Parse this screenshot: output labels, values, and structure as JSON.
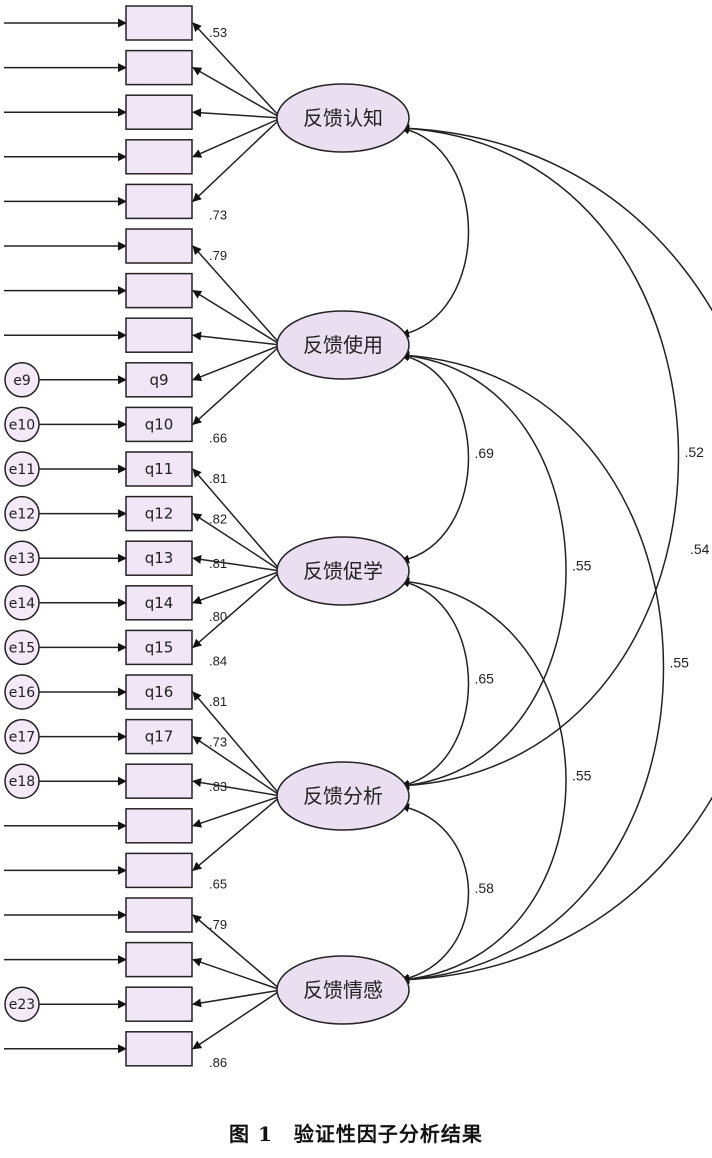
{
  "caption": "图 1　验证性因子分析结果",
  "colors": {
    "factor_fill": "#e9dff0",
    "item_fill": "#f0e6f5",
    "error_fill": "#f3e9f7",
    "stroke": "#222222"
  },
  "factors": [
    {
      "id": "F1",
      "label": "反馈认知"
    },
    {
      "id": "F2",
      "label": "反馈使用"
    },
    {
      "id": "F3",
      "label": "反馈促学"
    },
    {
      "id": "F4",
      "label": "反馈分析"
    },
    {
      "id": "F5",
      "label": "反馈情感"
    }
  ],
  "items": [
    {
      "factor": 0,
      "label": "",
      "error": "",
      "loading": ".53"
    },
    {
      "factor": 0,
      "label": "",
      "error": "",
      "loading": ""
    },
    {
      "factor": 0,
      "label": "",
      "error": "",
      "loading": ""
    },
    {
      "factor": 0,
      "label": "",
      "error": "",
      "loading": ""
    },
    {
      "factor": 0,
      "label": "",
      "error": "",
      "loading": ".73"
    },
    {
      "factor": 1,
      "label": "",
      "error": "",
      "loading": ".79"
    },
    {
      "factor": 1,
      "label": "",
      "error": "",
      "loading": ""
    },
    {
      "factor": 1,
      "label": "",
      "error": "",
      "loading": ""
    },
    {
      "factor": 1,
      "label": "q9",
      "error": "e9",
      "loading": ""
    },
    {
      "factor": 1,
      "label": "q10",
      "error": "e10",
      "loading": ".66"
    },
    {
      "factor": 2,
      "label": "q11",
      "error": "e11",
      "loading": ".81"
    },
    {
      "factor": 2,
      "label": "q12",
      "error": "e12",
      "loading": ".82"
    },
    {
      "factor": 2,
      "label": "q13",
      "error": "e13",
      "loading": ".81"
    },
    {
      "factor": 2,
      "label": "q14",
      "error": "e14",
      "loading": ".80"
    },
    {
      "factor": 2,
      "label": "q15",
      "error": "e15",
      "loading": ".84"
    },
    {
      "factor": 3,
      "label": "q16",
      "error": "e16",
      "loading": ".81"
    },
    {
      "factor": 3,
      "label": "q17",
      "error": "e17",
      "loading": ".73"
    },
    {
      "factor": 3,
      "label": "",
      "error": "e18",
      "loading": ".83"
    },
    {
      "factor": 3,
      "label": "",
      "error": "",
      "loading": ""
    },
    {
      "factor": 3,
      "label": "",
      "error": "",
      "loading": ".65"
    },
    {
      "factor": 4,
      "label": "",
      "error": "",
      "loading": ".79"
    },
    {
      "factor": 4,
      "label": "",
      "error": "",
      "loading": ""
    },
    {
      "factor": 4,
      "label": "",
      "error": "e23",
      "loading": ""
    },
    {
      "factor": 4,
      "label": "",
      "error": "",
      "loading": ".86"
    }
  ],
  "correlations": [
    {
      "from": 0,
      "to": 1,
      "value": ""
    },
    {
      "from": 0,
      "to": 3,
      "value": ".52"
    },
    {
      "from": 0,
      "to": 4,
      "value": ".54"
    },
    {
      "from": 1,
      "to": 2,
      "value": ".69"
    },
    {
      "from": 1,
      "to": 3,
      "value": ".55"
    },
    {
      "from": 1,
      "to": 4,
      "value": ".55"
    },
    {
      "from": 2,
      "to": 3,
      "value": ".65"
    },
    {
      "from": 2,
      "to": 4,
      "value": ".55"
    },
    {
      "from": 3,
      "to": 4,
      "value": ".58"
    }
  ]
}
